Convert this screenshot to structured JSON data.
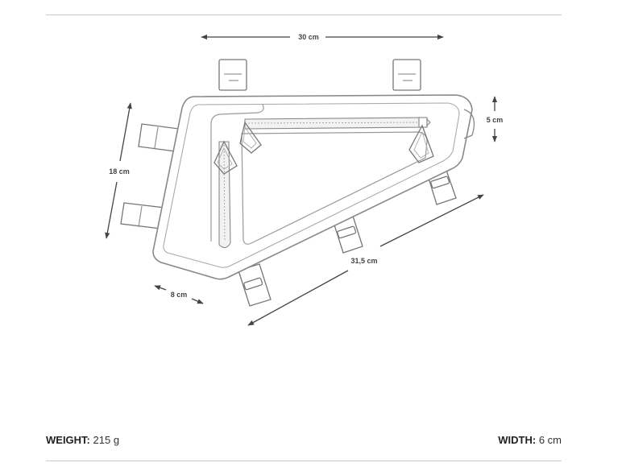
{
  "dimensions": {
    "top_length": "30 cm",
    "height": "18 cm",
    "depth": "5 cm",
    "bottom_width": "8 cm",
    "diagonal_length": "31,5 cm"
  },
  "specs": {
    "weight_label": "WEIGHT:",
    "weight_value": "215 g",
    "width_label": "WIDTH:",
    "width_value": "6 cm"
  }
}
